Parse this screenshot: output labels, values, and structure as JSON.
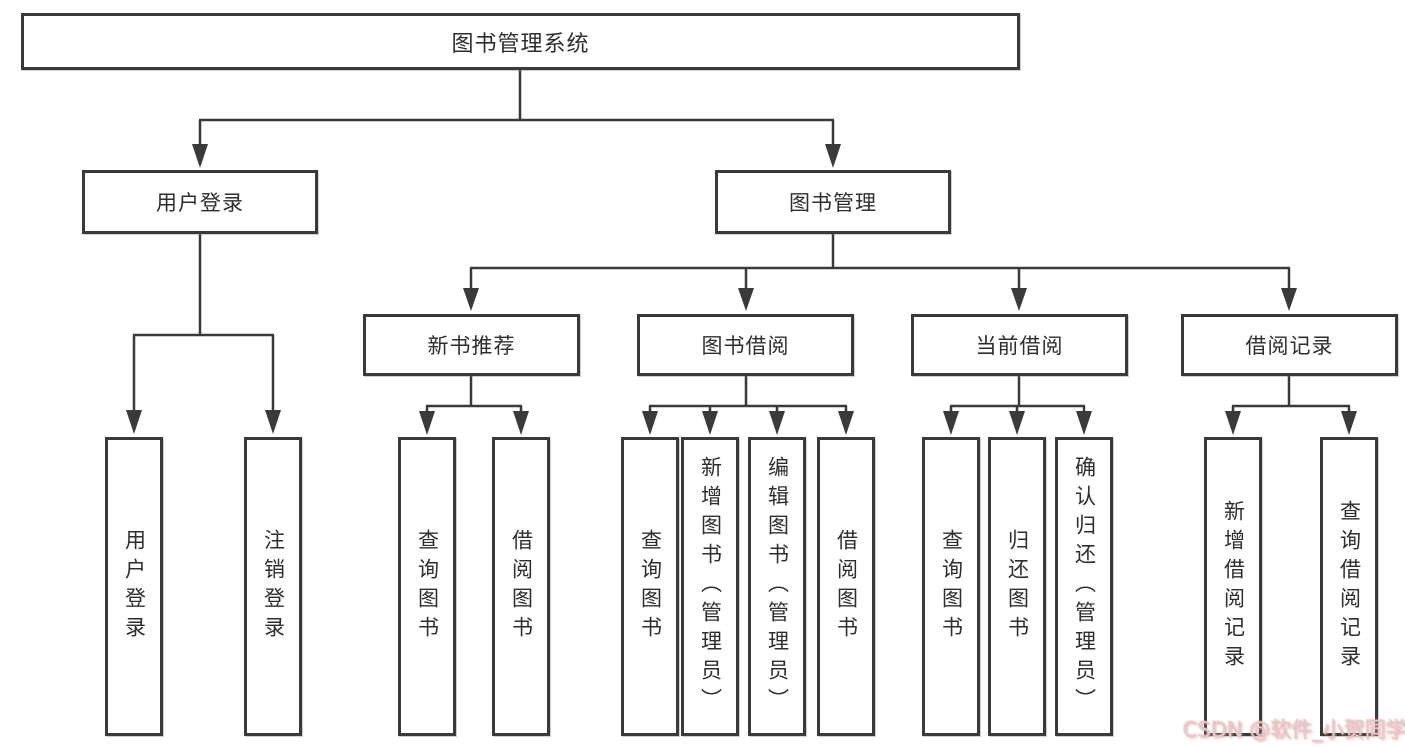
{
  "diagram": {
    "root": {
      "label": "图书管理系统"
    },
    "user_login_branch": {
      "label": "用户登录",
      "children": [
        {
          "label": "用户登录"
        },
        {
          "label": "注销登录"
        }
      ]
    },
    "book_mgmt_branch": {
      "label": "图书管理",
      "children": [
        {
          "label": "新书推荐",
          "children": [
            {
              "label": "查询图书"
            },
            {
              "label": "借阅图书"
            }
          ]
        },
        {
          "label": "图书借阅",
          "children": [
            {
              "label": "查询图书"
            },
            {
              "label": "新增图书（管理员）"
            },
            {
              "label": "编辑图书（管理员）"
            },
            {
              "label": "借阅图书"
            }
          ]
        },
        {
          "label": "当前借阅",
          "children": [
            {
              "label": "查询图书"
            },
            {
              "label": "归还图书"
            },
            {
              "label": "确认归还（管理员）"
            }
          ]
        },
        {
          "label": "借阅记录",
          "children": [
            {
              "label": "新增借阅记录"
            },
            {
              "label": "查询借阅记录"
            }
          ]
        }
      ]
    },
    "watermark": "CSDN @软件_小贺同学",
    "colors": {
      "line": "#3a3a3a",
      "box_border": "#3a3a3a",
      "text": "#2e2e2e",
      "watermark_text": "#d2d2d2",
      "watermark_shadow": "#ff9a9a"
    }
  }
}
